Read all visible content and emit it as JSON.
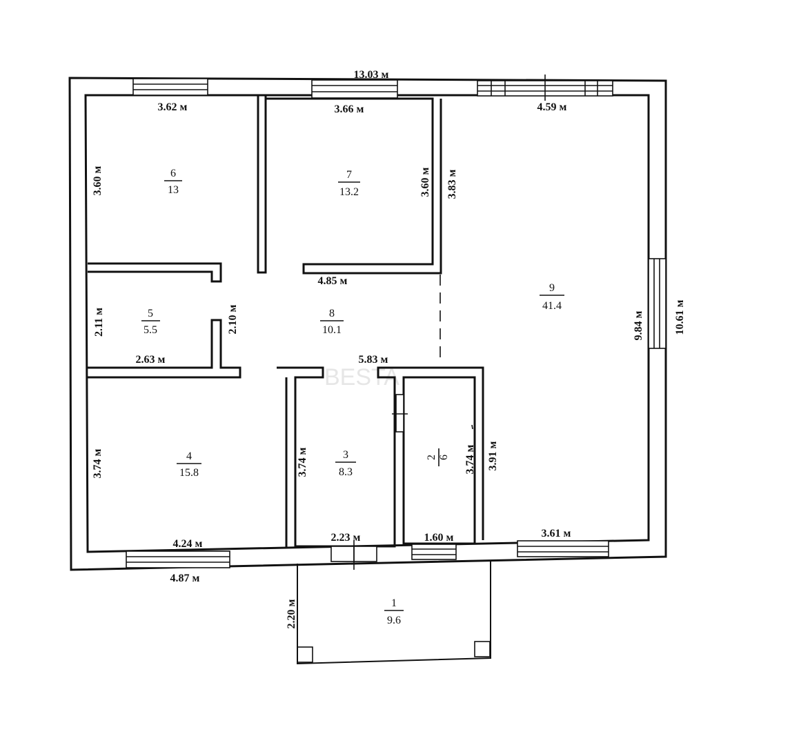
{
  "dimensions": {
    "top_total": "13.03 м",
    "room6_width": "3.62 м",
    "room7_width": "3.66 м",
    "room9_width": "4.59 м",
    "room6_height": "3.60 м",
    "room7_height": "3.60 м",
    "room9_upper": "3.83 м",
    "corridor_width": "4.85 м",
    "room5_height": "2.11 м",
    "room5_side": "2.10 м",
    "room5_width": "2.63 м",
    "corridor_lower": "5.83 м",
    "room9_height": "9.84 м",
    "right_total": "10.61 м",
    "room4_height": "3.74 м",
    "room3_height": "3.74 м",
    "room2_height": "3.74 м",
    "room9_lower": "3.91 м",
    "room4_width": "4.24 м",
    "room3_width": "2.23 м",
    "room2_width": "1.60 м",
    "room9_bottom": "3.61 м",
    "bottom_left": "4.87 м",
    "porch_depth": "2.20 м"
  },
  "rooms": [
    {
      "number": "6",
      "area": "13"
    },
    {
      "number": "7",
      "area": "13.2"
    },
    {
      "number": "9",
      "area": "41.4"
    },
    {
      "number": "5",
      "area": "5.5"
    },
    {
      "number": "8",
      "area": "10.1"
    },
    {
      "number": "4",
      "area": "15.8"
    },
    {
      "number": "3",
      "area": "8.3"
    },
    {
      "number": "2",
      "area": "6"
    },
    {
      "number": "1",
      "area": "9.6"
    }
  ],
  "watermark": "BESTA"
}
